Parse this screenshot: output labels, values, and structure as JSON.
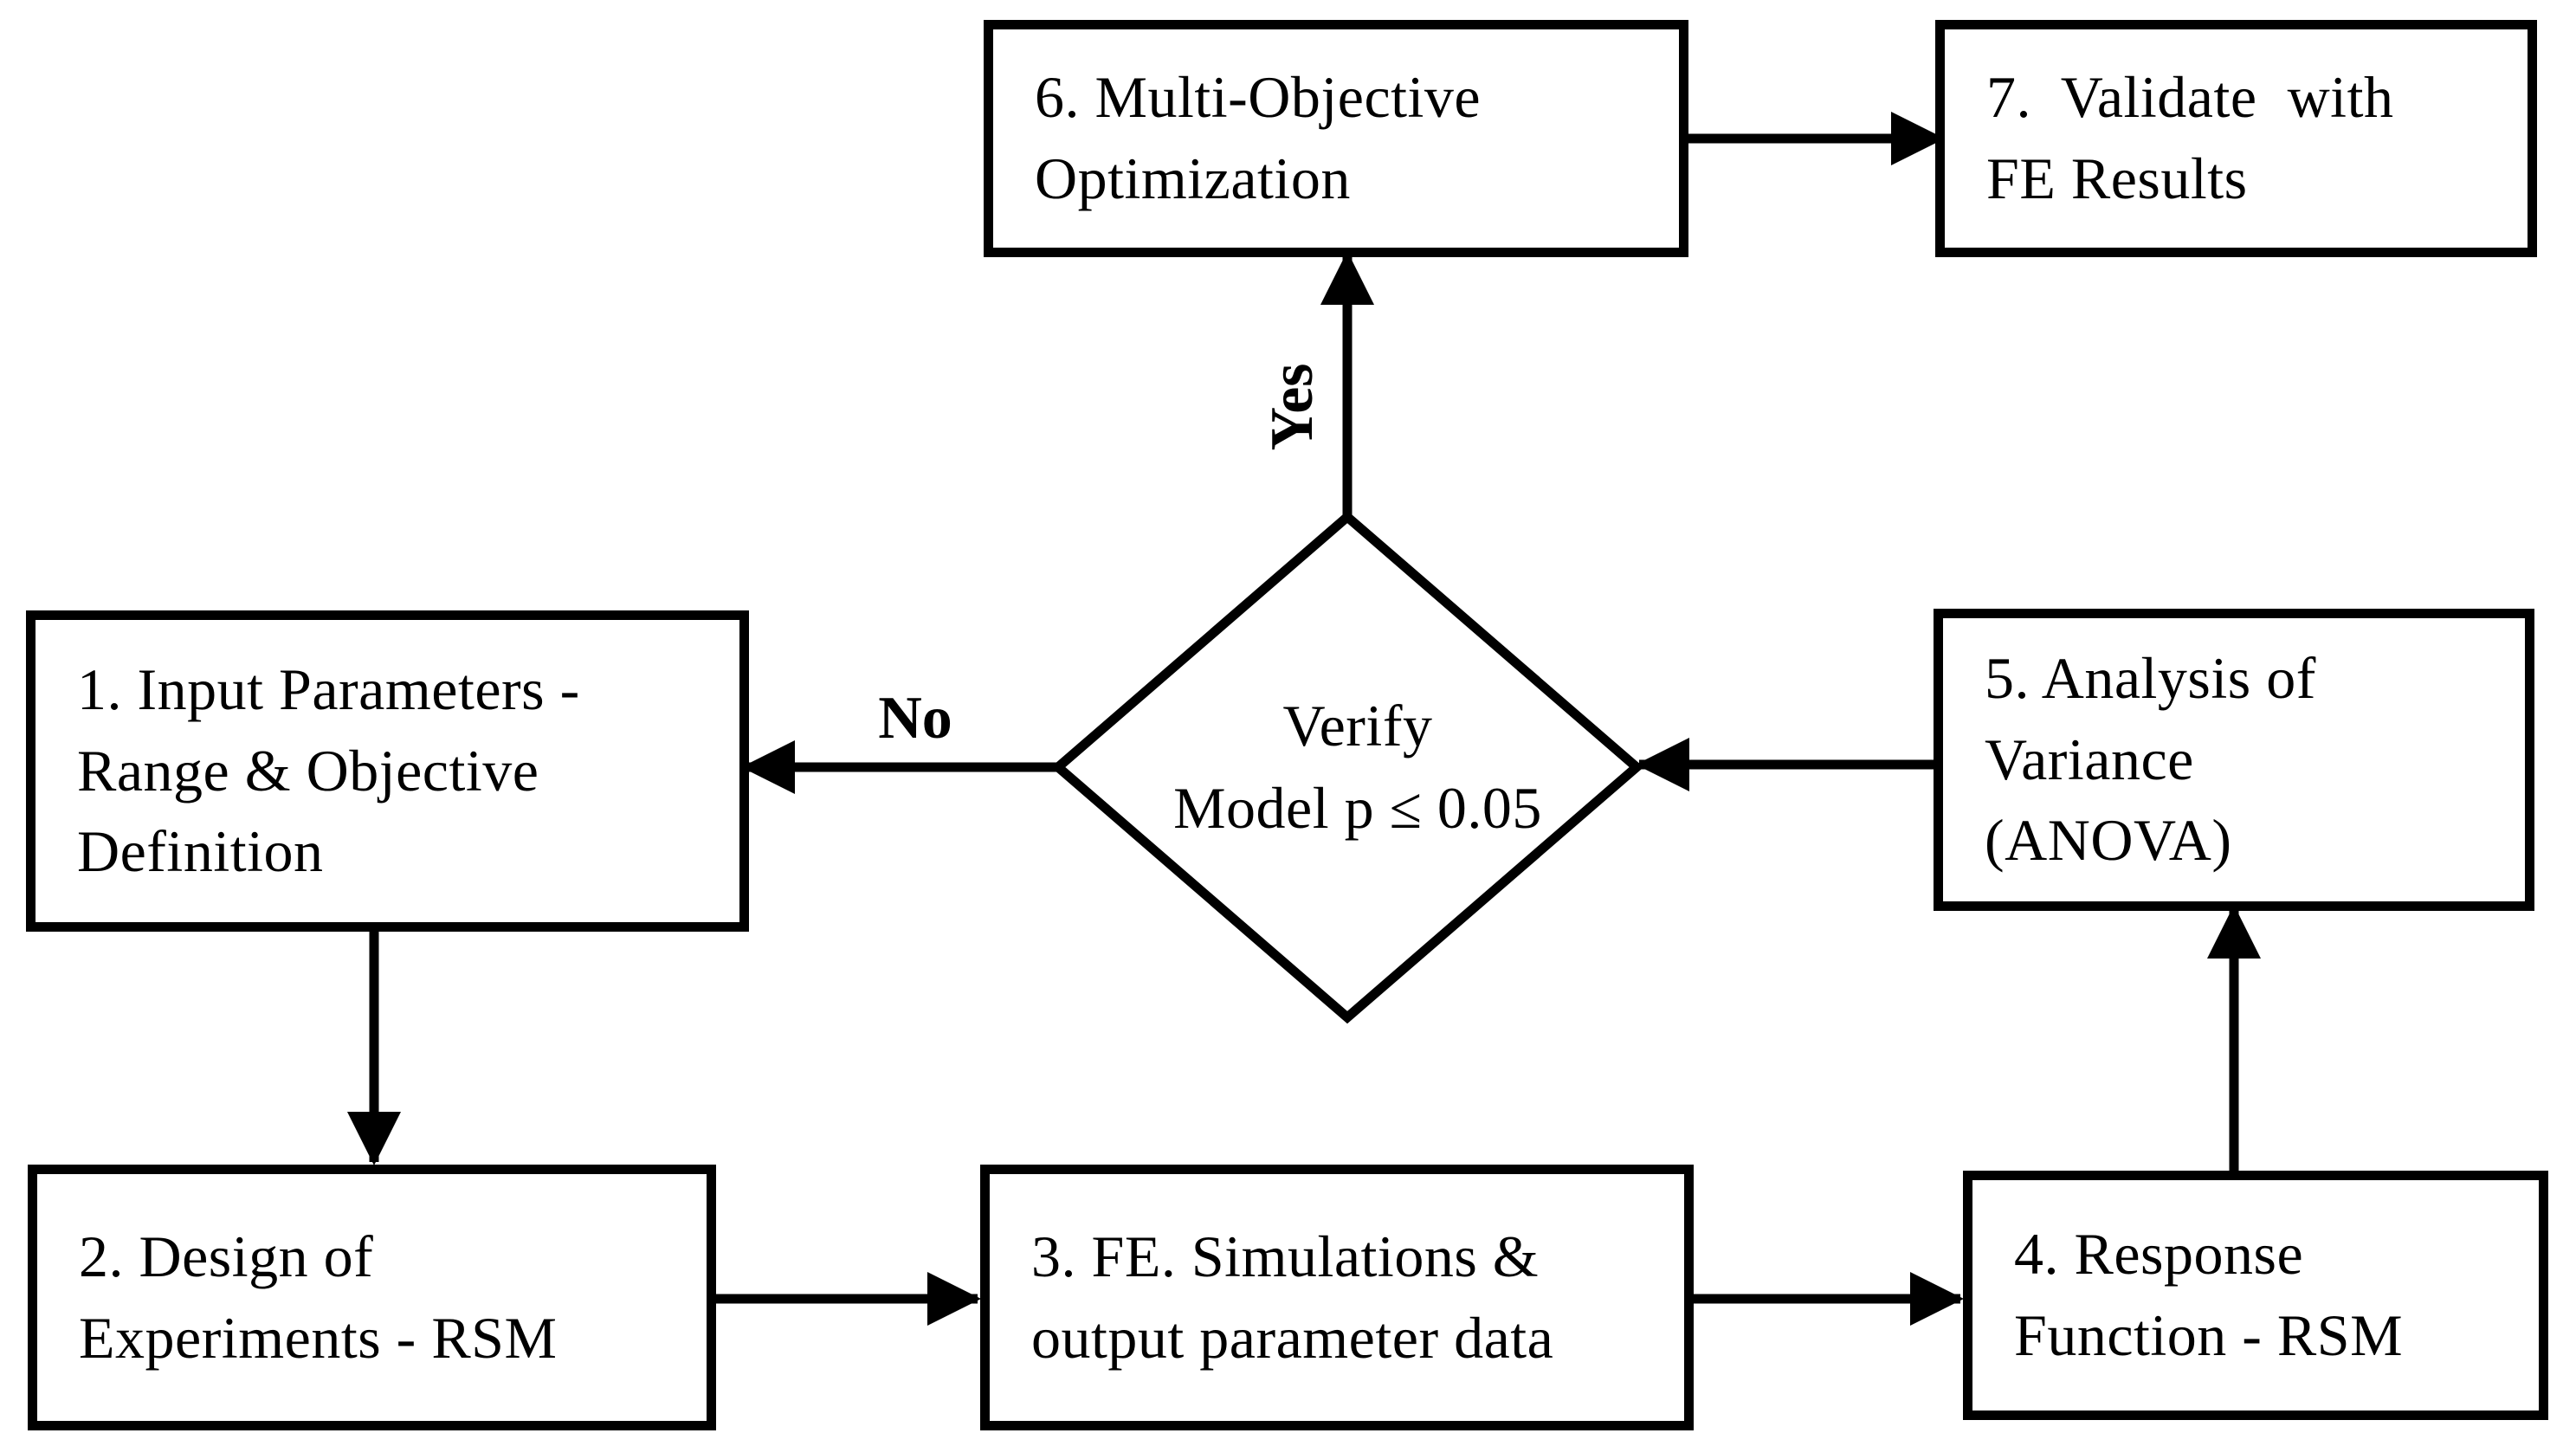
{
  "diagram": {
    "type": "flowchart",
    "background": "#ffffff",
    "line_color": "#000000",
    "text_color": "#000000",
    "nodes": {
      "box1": {
        "label": "1. Input Parameters -\nRange & Objective\nDefinition"
      },
      "box2": {
        "label": "2. Design of\nExperiments - RSM"
      },
      "box3": {
        "label": "3. FE. Simulations &\noutput parameter data"
      },
      "box4": {
        "label": "4. Response\nFunction - RSM"
      },
      "box5": {
        "label": "5. Analysis of\nVariance\n(ANOVA)"
      },
      "box6": {
        "label": "6. Multi-Objective\nOptimization"
      },
      "box7": {
        "label": "7.  Validate  with\nFE Results"
      },
      "decision": {
        "label": "Verify\nModel p ≤ 0.05"
      }
    },
    "edge_labels": {
      "yes": "Yes",
      "no": "No"
    },
    "flow": [
      "box1 -> box2",
      "box2 -> box3",
      "box3 -> box4",
      "box4 -> box5",
      "box5 -> decision",
      "decision -> box6 (Yes)",
      "decision -> box1 (No)",
      "box6 -> box7"
    ]
  }
}
